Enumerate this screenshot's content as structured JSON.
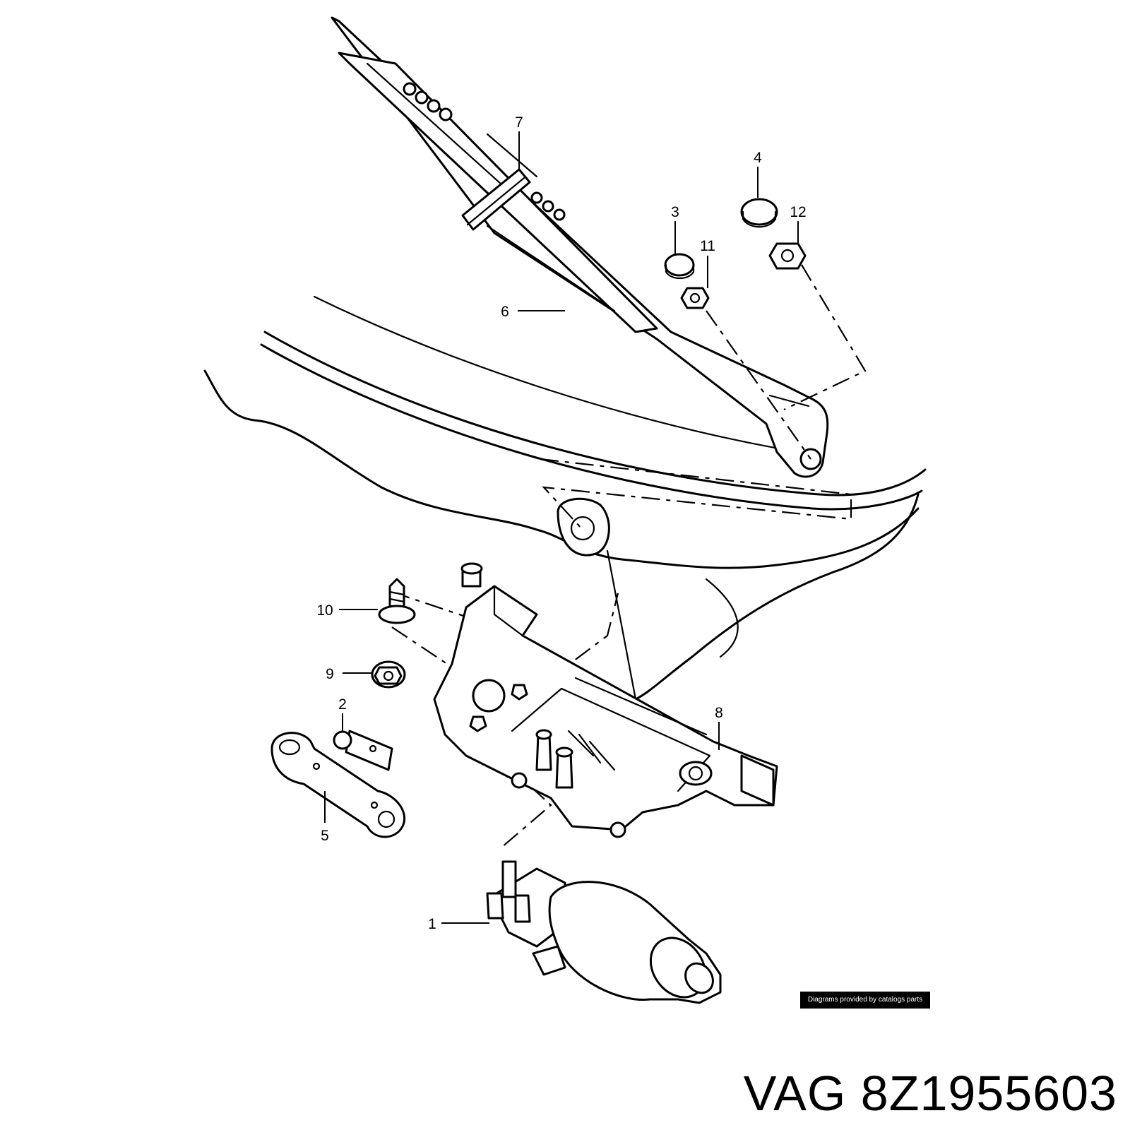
{
  "diagram": {
    "callouts": [
      {
        "id": "1",
        "label": "1"
      },
      {
        "id": "2",
        "label": "2"
      },
      {
        "id": "3",
        "label": "3"
      },
      {
        "id": "4",
        "label": "4"
      },
      {
        "id": "5",
        "label": "5"
      },
      {
        "id": "6",
        "label": "6"
      },
      {
        "id": "7",
        "label": "7"
      },
      {
        "id": "8",
        "label": "8"
      },
      {
        "id": "9",
        "label": "9"
      },
      {
        "id": "10",
        "label": "10"
      },
      {
        "id": "11",
        "label": "11"
      },
      {
        "id": "12",
        "label": "12"
      }
    ]
  },
  "credit": "Diagrams provided by catalogs parts",
  "brand": "VAG",
  "part_number": "8Z1955603"
}
